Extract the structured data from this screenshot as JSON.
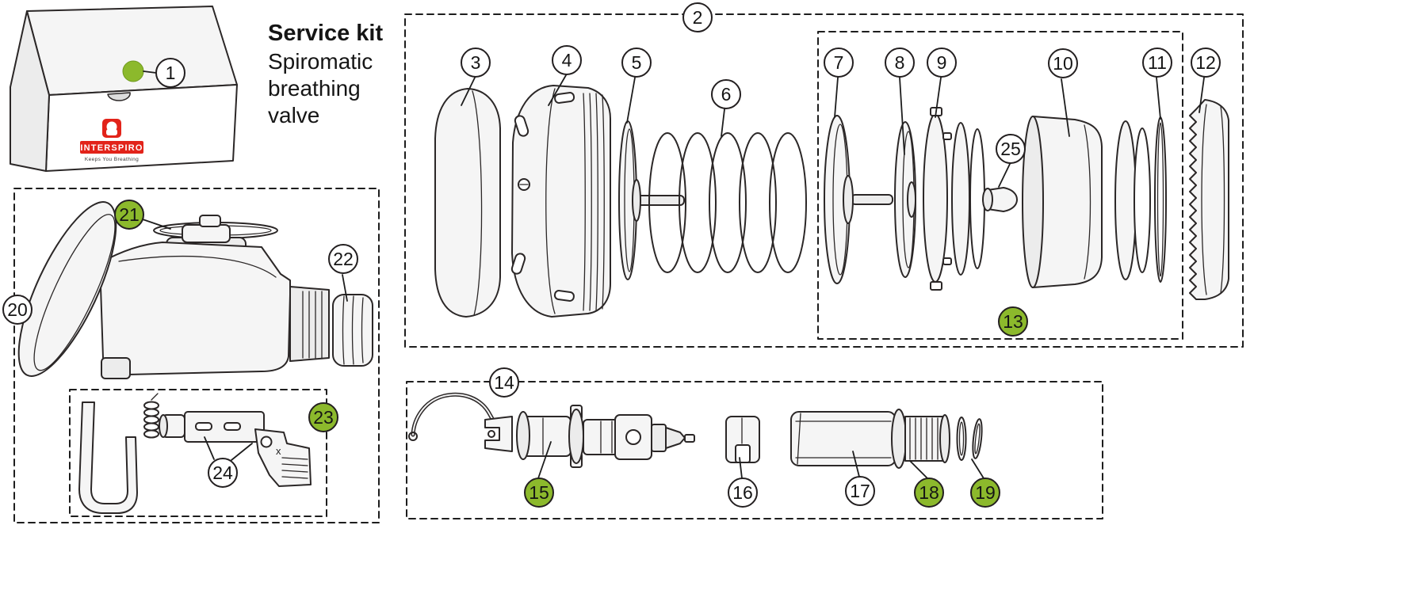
{
  "title": {
    "name": "Service kit",
    "description": "Spiromatic\nbreathing\nvalve"
  },
  "brand": {
    "name": "INTERSPIRO",
    "tagline": "Keeps You Breathing"
  },
  "colors": {
    "highlight_green": "#8cb92c",
    "logo_red": "#e2231a",
    "line": "#2b2727"
  },
  "markings": {
    "x_label": "x"
  },
  "callouts": {
    "c1": {
      "label": "1",
      "green": false
    },
    "c2": {
      "label": "2",
      "green": false
    },
    "c3": {
      "label": "3",
      "green": false
    },
    "c4": {
      "label": "4",
      "green": false
    },
    "c5": {
      "label": "5",
      "green": false
    },
    "c6": {
      "label": "6",
      "green": false
    },
    "c7": {
      "label": "7",
      "green": false
    },
    "c8": {
      "label": "8",
      "green": false
    },
    "c9": {
      "label": "9",
      "green": false
    },
    "c10": {
      "label": "10",
      "green": false
    },
    "c11": {
      "label": "11",
      "green": false
    },
    "c12": {
      "label": "12",
      "green": false
    },
    "c13": {
      "label": "13",
      "green": true
    },
    "c14": {
      "label": "14",
      "green": false
    },
    "c15": {
      "label": "15",
      "green": true
    },
    "c16": {
      "label": "16",
      "green": false
    },
    "c17": {
      "label": "17",
      "green": false
    },
    "c18": {
      "label": "18",
      "green": true
    },
    "c19": {
      "label": "19",
      "green": true
    },
    "c20": {
      "label": "20",
      "green": false
    },
    "c21": {
      "label": "21",
      "green": true
    },
    "c22": {
      "label": "22",
      "green": false
    },
    "c23": {
      "label": "23",
      "green": true
    },
    "c24": {
      "label": "24",
      "green": false
    },
    "c25": {
      "label": "25",
      "green": false
    }
  }
}
